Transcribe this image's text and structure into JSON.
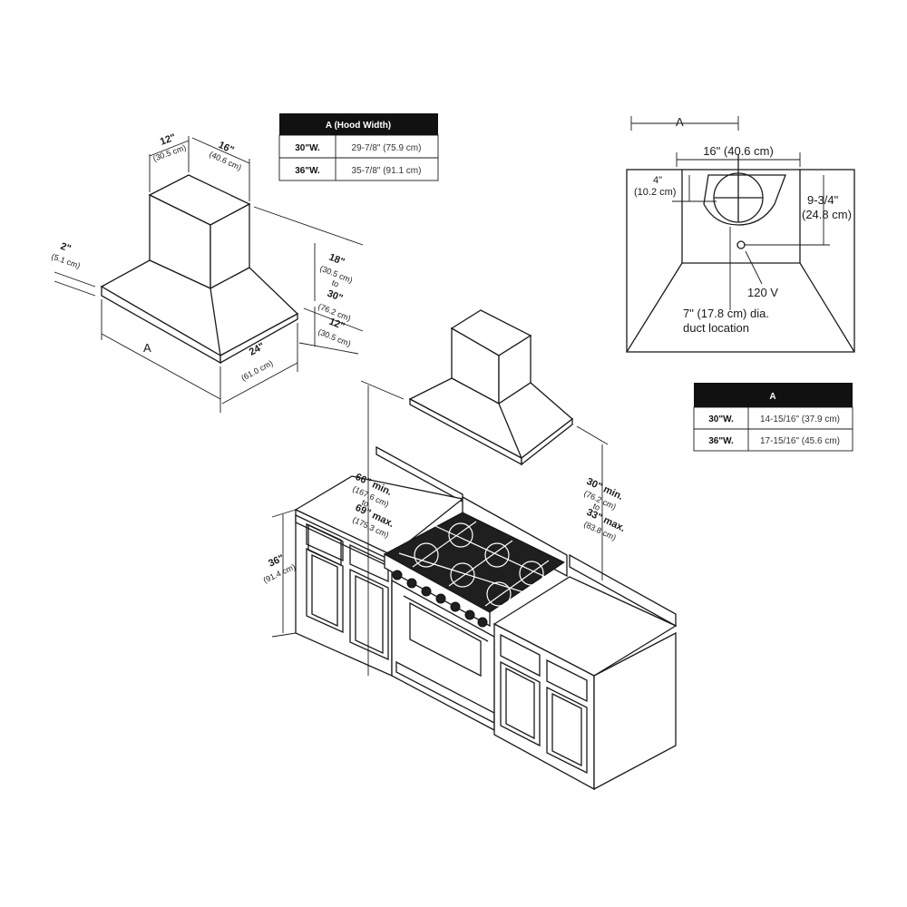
{
  "hood_table": {
    "header": "A (Hood Width)",
    "rows": [
      {
        "key": "30\"W.",
        "value": "29-7/8\" (75.9 cm)"
      },
      {
        "key": "36\"W.",
        "value": "35-7/8\" (91.1 cm)"
      }
    ]
  },
  "duct_table": {
    "header": "A",
    "rows": [
      {
        "key": "30\"W.",
        "value": "14-15/16\" (37.9 cm)"
      },
      {
        "key": "36\"W.",
        "value": "17-15/16\" (45.6 cm)"
      }
    ]
  },
  "hood_dims": {
    "chimney_depth": "12\"",
    "chimney_depth_cm": "(30.5 cm)",
    "chimney_width": "16\"",
    "chimney_width_cm": "(40.6 cm)",
    "edge": "2\"",
    "edge_cm": "(5.1 cm)",
    "width": "A",
    "depth": "24\"",
    "depth_cm": "(61.0 cm)",
    "chimney_h1": "18\"",
    "chimney_h1_cm": "(30.5 cm)",
    "chimney_to": "to",
    "chimney_h2": "30\"",
    "chimney_h2_cm": "(76.2 cm)",
    "canopy_h": "12\"",
    "canopy_h_cm": "(30.5 cm)"
  },
  "plan_dims": {
    "a": "A",
    "width": "16\" (40.6 cm)",
    "offset": "4\"",
    "offset_cm": "(10.2 cm)",
    "height": "9-3/4\"",
    "height_cm": "(24.8 cm)",
    "power": "120 V",
    "duct_line1": "7\" (17.8 cm) dia.",
    "duct_line2": "duct location"
  },
  "install_dims": {
    "floor_min": "66\" min.",
    "floor_min_cm": "(167.6 cm)",
    "floor_to": "to",
    "floor_max": "69\" max.",
    "floor_max_cm": "(175.3 cm)",
    "range_min": "30\" min.",
    "range_min_cm": "(76.2 cm)",
    "range_to": "to",
    "range_max": "33\" max.",
    "range_max_cm": "(83.8 cm)",
    "counter": "36\"",
    "counter_cm": "(91.4 cm)"
  }
}
